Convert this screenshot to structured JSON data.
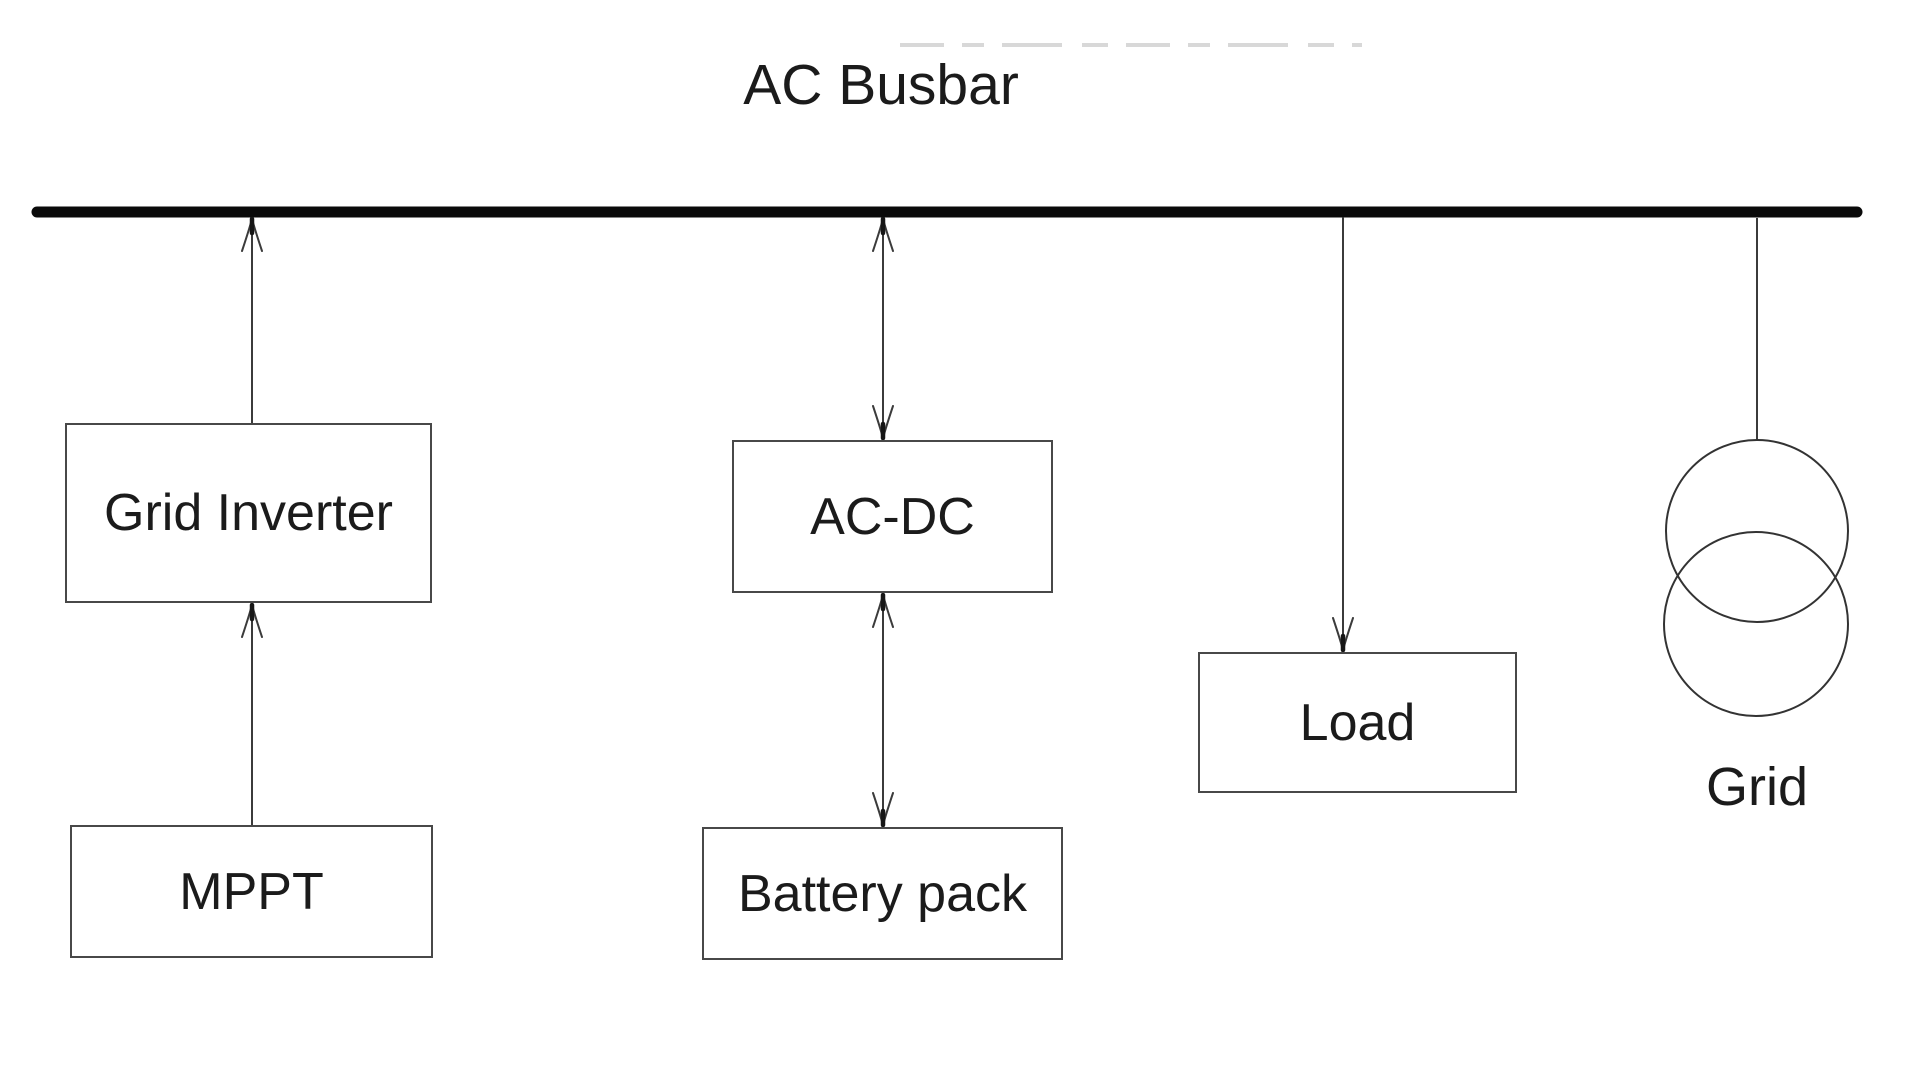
{
  "diagram": {
    "title": "AC Busbar",
    "nodes": {
      "grid_inverter": {
        "label": "Grid Inverter"
      },
      "mppt": {
        "label": "MPPT"
      },
      "ac_dc": {
        "label": "AC-DC"
      },
      "battery_pack": {
        "label": "Battery pack"
      },
      "load": {
        "label": "Load"
      },
      "grid": {
        "label": "Grid"
      }
    },
    "connections": [
      {
        "from": "Grid Inverter",
        "to": "AC Busbar",
        "arrow": "one-way-up"
      },
      {
        "from": "MPPT",
        "to": "Grid Inverter",
        "arrow": "one-way-up"
      },
      {
        "from": "AC Busbar",
        "to": "AC-DC",
        "arrow": "two-way"
      },
      {
        "from": "AC-DC",
        "to": "Battery pack",
        "arrow": "two-way"
      },
      {
        "from": "AC Busbar",
        "to": "Load",
        "arrow": "one-way-down"
      },
      {
        "from": "AC Busbar",
        "to": "Grid",
        "arrow": "plain-line"
      }
    ],
    "symbols": {
      "grid_transformer": "two-overlapping-circles"
    },
    "colors": {
      "background": "#ffffff",
      "busbar": "#0a0a0a",
      "wire": "#3b3b3b",
      "box_border": "#484848",
      "text": "#1b1b1b",
      "artifact": "#d8d8d8"
    }
  }
}
